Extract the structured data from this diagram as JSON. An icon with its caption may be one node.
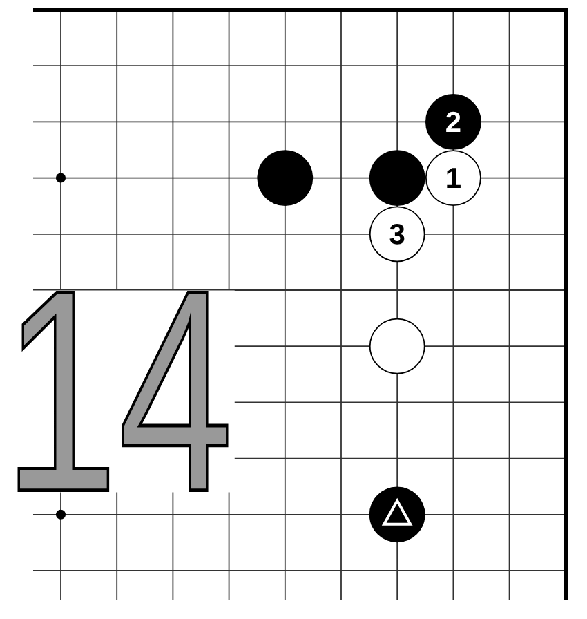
{
  "diagram": {
    "nodes": [
      {
        "text": [
          "2"
        ]
      },
      {
        "text": [],
        "shape": "circle"
      },
      {
        "text": [],
        "shape": "circle"
      },
      {
        "text": [
          "1"
        ]
      },
      {
        "text": [
          "3"
        ]
      },
      {
        "text": [],
        "shape": "circle"
      },
      {
        "text": [],
        "shape": "circle"
      }
    ],
    "labels": [
      "14"
    ]
  }
}
